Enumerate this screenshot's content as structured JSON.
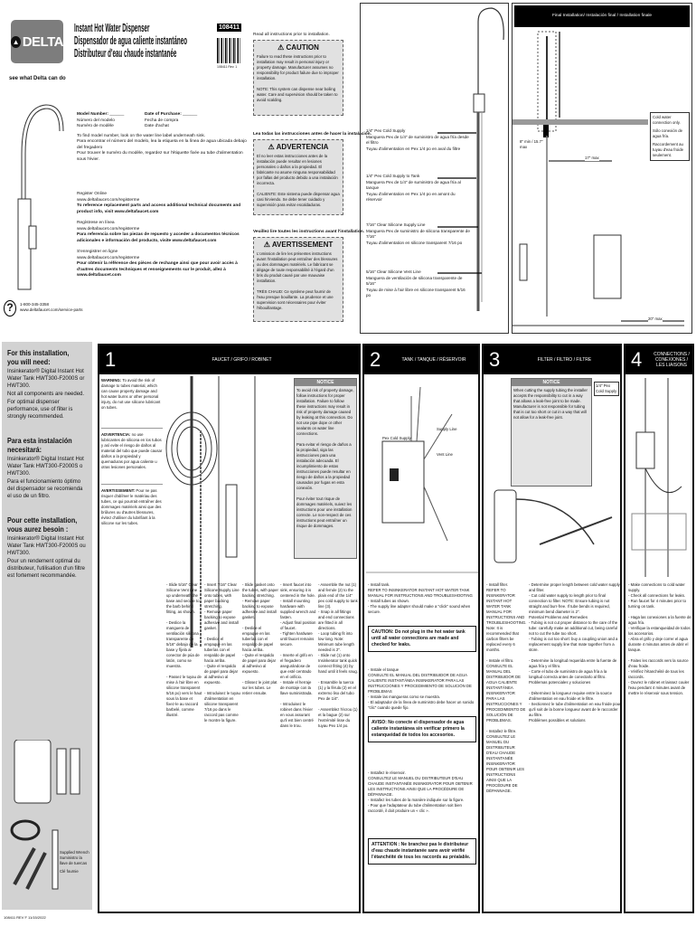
{
  "brand": {
    "logo_text": "DELTA",
    "tagline": "see what Delta can do"
  },
  "title": {
    "en": "Instant Hot Water Dispenser",
    "es": "Dispensador de agua caliente instantáneo",
    "fr": "Distributeur d'eau chaude instantanée"
  },
  "doc_code": "108411",
  "barcode_number": "108411 Rev. 1",
  "read_all": {
    "en": "Read all instructions prior to installation.",
    "es": "Lea todas las instrucciones antes de hacer la instalación.",
    "fr": "Veuillez lire toutes les instructions avant l'installation."
  },
  "caution": {
    "title": "CAUTION",
    "body": "Failure to read these instructions prior to installation may result in personal injury or property damage. Manufacturer assumes no responsibility for product failure due to improper installation.",
    "note": "NOTE: This system can dispense near boiling water. Care and supervision should be taken to avoid scalding."
  },
  "advertencia": {
    "title": "ADVERTENCIA",
    "body": "El no leer estas instrucciones antes de la instalación puede resultar en lesiones personales o daños a la propiedad. El fabricante no asume ninguna responsabilidad por fallas del producto debido a una instalación incorrecta.",
    "note": "CALIENTE: Este sistema puede dispensar agua casi hirviendo. Se debe tener cuidado y supervisión para evitar escaldaduras."
  },
  "avertissement": {
    "title": "AVERTISSEMENT",
    "body": "L'omission de lire les présentes instructions avant l'installation peut entraîner des blessures ou des dommages matériels. Le fabricant se dégage de toute responsabilité à l'égard d'un bris du produit causé par une mauvaise installation.",
    "note": "TRÈS CHAUD: Ce système peut fournir de l'eau presque bouillante. La prudence et une supervision sont nécessaires pour éviter l'ébouillantage."
  },
  "model": {
    "model_en": "Model Number:",
    "model_es": "Número del modelo",
    "model_fr": "Numéro de modèle",
    "date_en": "Date of Purchase:",
    "date_es": "Fecha de compra",
    "date_fr": "Date d'achat",
    "find_en": "To find model number, look on the water line label underneath sink.",
    "find_es": "Para encontrar el número del modelo, lea la etiqueta en la línea de agua ubicada debajo del fregadero",
    "find_fr": "Pour trouver le numéro du modèle, regardez sur l'étiquette fixée au tube d'alimentation sous l'évier."
  },
  "register": [
    {
      "head": "Register Online",
      "url": "www.deltafaucet.com/registerme",
      "body": "To reference replacement parts and access additional technical documents and product info, visit www.deltafaucet.com"
    },
    {
      "head": "Regístrese en línea",
      "url": "www.deltafaucet.com/registerme",
      "body": "Para referencia sobre las piezas de repuesto y acceder a documentos técnicos adicionales e información del producto, visite www.deltafaucet.com"
    },
    {
      "head": "S'enregistrer en ligne",
      "url": "www.deltafaucet.com/registerme",
      "body": "Pour obtenir la référence des pièces de rechange ainsi que pour avoir accès à d'autres documents techniques et renseignements sur le produit, allez à www.deltafaucet.com"
    }
  ],
  "help": {
    "phone": "1-800-345-3358",
    "url": "www.deltafaucet.com/service-parts"
  },
  "supply_labels": [
    {
      "en": "1/4\" Pex Cold Supply",
      "es": "Manguera Pex de 1/4\" de suministro de agua fría desde el filtro",
      "fr": "Tuyau d'alimentation en Pex 1/4 po en aval du filtre"
    },
    {
      "en": "1/4\" Pex Cold Supply to Tank",
      "es": "Manguera Pex de 1/4\" de suministro de agua fría al tanque",
      "fr": "Tuyau d'alimentation en Pex 1/4 po en amont du réservoir"
    },
    {
      "en": "7/16\" Clear Silicone Supply Line",
      "es": "Manguera Pex de suministro de silicona transparente de 7/16\"",
      "fr": "Tuyau d'alimentation en silicone transparent 7/16 po"
    },
    {
      "en": "5/16\" Clear Silicone Vent Line",
      "es": "Manguera de ventilación de silicona transparente de 5/16\"",
      "fr": "Tuyau de mise à l'air libre en silicone transparent 5/16 po"
    }
  ],
  "final": {
    "title": "Final Installation/ Instalación final / Installation finale",
    "cold_note": "Cold water connection only.",
    "cold_es": "Sólo conexión de agua fría.",
    "cold_fr": "Raccordement au tuyau d'eau froide seulement.",
    "dim1": "8\" min / 15.7\" max",
    "dim2": "17\" max",
    "dim3": "20\" max"
  },
  "sidebar": [
    {
      "head": "For this installation, you will need:",
      "lines": [
        "Insinkerator® Digital Instant Hot Water Tank HWT300-F2000S or HWT300.",
        "Not all components are needed.",
        "For optimal dispenser performance, use of filter is strongly recommended."
      ]
    },
    {
      "head": "Para esta instalación necesitará:",
      "lines": [
        "Insinkerator® Digital Instant Hot Water Tank HWT300-F2000S o HWT300.",
        "Para el funcionamiento óptimo del dispensador se recomienda el uso de un filtro."
      ]
    },
    {
      "head": "Pour cette installation, vous aurez besoin :",
      "lines": [
        "Insinkerator® Digital Instant Hot Water Tank HWT300-F2000S ou HWT300.",
        "Pour un rendement optimal du distributeur, l'utilisation d'un filtre est fortement recommandée."
      ]
    }
  ],
  "wrench": {
    "en": "Supplied Wrench",
    "es": "Suministro la llave de tuercas",
    "fr": "Clé fournie"
  },
  "footer_code": "108411 REV F   11/15/2022",
  "steps": [
    {
      "num": "1",
      "label": "FAUCET / GRIFO / ROBINET"
    },
    {
      "num": "2",
      "label": "TANK / TANQUE / RÉSERVOIR"
    },
    {
      "num": "3",
      "label": "FILTER / FILTRO / FILTRE"
    },
    {
      "num": "4",
      "label": "CONNECTIONS / CONEXIONES / LES LIAISONS"
    }
  ],
  "step1": {
    "warnings": [
      {
        "title": "WARNING:",
        "body": "To avoid the risk of damage to tubes material, which can cause property damage and hot water burns or other personal injury, do not use silicone lubricant on tubes."
      },
      {
        "title": "ADVERTENCIA:",
        "body": "no use lubricantes de silicona en los tubos y así evite el riesgo de daños al material del tubo que puede causar daños a la propiedad y quemaduras por agua caliente u otras lesiones personales."
      },
      {
        "title": "AVERTISSEMENT:",
        "body": "Pour ne pas risquer d'abîmer le matériau des tubes, ce qui pourrait entraîner des dommages matériels ainsi que des brûlures ou d'autres blessures, évitez d'utiliser du lubrifiant à la silicone sur les tubes."
      }
    ],
    "notice_title": "NOTICE",
    "notice": [
      "To avoid risk of property damage, follow instructions for proper installation. Failure to follow these instructions may result in risk of property damage caused by leaking at this connection. Do not use pipe dope or other sealants on water line connections.",
      "Para evitar el riesgo de daños a la propiedad, siga las instrucciones para una instalación adecuada. El incumplimiento de estas instrucciones puede resultar en riesgo de daños a la propiedad causados por fugas en esta conexión.",
      "Pour éviter tout risque de dommages matériels, suivez les instructions pour une installation correcte. Le non-respect de ces instructions peut entraîner un risque de dommages."
    ],
    "columns": [
      "- Slide 5/16\" Clear Silicone Vent Line up underneath the base and secure to the barb behind fitting, as shown.\n\n- Deslice la manguera de ventilación silicona transparente de 5/16\" debajo de la base y fíjela al conector de púa de latón, como se muestra.\n\n- Passez le tuyau de mise à l'air libre en silicone transparent 5/16 po) vers le haut sous la base et fixez-le au raccord barbelé, comme illustré.",
      "- Insert 7/16\" Clear Silicone Supply Line onto tubes, with paper backing stretching.\n- Remove paper backing to expose adhesive and install gasket.\n\n- Deslice el empaque en las tuberías con el respaldo de papel hacia arriba.\n- Quite el respaldo de papel para dejar al adhesivo al expuesto.\n\n- Introduisez le tuyau d'alimentation en silicone transparent 7/16 po dans le raccord pas comme le montre la figure.",
      "- Slide gasket onto the tubes, with paper backing stretching.\n- Remove paper backing to expose adhesive and install gasket.\n\n- Deslice el empaque en las tuberías con el respaldo de papel hacia arriba.\n- Quite el respaldo de papel para dejar al adhesivo al expuesto.\n\n- Glissez le joint plat sur les tubes. Le retirer ensuite.",
      "- Insert faucet into sink, ensuring it is centered in the hole.\n- Install mounting hardware with supplied wrench and fasten.\n- Adjust final position of faucet.\n- Tighten hardware until faucet remains secure.\n\n- Inserte el grifo en el fregadero asegurándose de que esté centrado en el orificio.\n- Instale el herraje de montaje con la llave suministrada.\n\n- Introduisez le robinet dans l'évier en vous assurant qu'il est bien centré dans le trou.",
      "- Assemble the nut (1) and ferrule (2) to the plain end of the 1/4\" pex cold supply to tank line (3).\n- Snap in all fittings and end connections are fitted in all directions.\n- Loop tubing fit into low long. Note: Minimum tube length needed is 2\".\n- Slide nut (1) onto Insinkerator tank quick connect fitting (4) by hand until it feels snug.\n\n- Ensamble la tuerca (1) y la férula (2) en el extremo liso del tubo Pex de 1/4\".\n\n- Assemblez l'écrou (1) et la bague (2) sur l'extrémité lisse du tuyau Pex 1/4 po."
    ]
  },
  "step2": {
    "labels": [
      "Pex Cold Supply",
      "Vent Line",
      "Supply Line"
    ],
    "en": "- Install tank.\nREFER TO INSINKERATOR INSTANT HOT WATER TANK MANUAL FOR INSTRUCTIONS AND TROUBLESHOOTING\n- Install tubes as shown.\n- The supply line adapter should make a \"click\" sound when secure.",
    "en_box": "CAUTION: Do not plug in the hot water tank until all water connections are made and checked for leaks.",
    "es": "- Instale el tanque\nCONSULTE EL MANUAL DEL DISTRIBUIDOR DE AGUA CALIENTE INSTANTÁNEA INSINKERATOR PARA LAS INSTRUCCIONES Y PROCEDIMIENTO DE SOLUCIÓN DE PROBLEMAS\n- Instale las mangueras como se muestra.\n- El adaptador de la línea de suministro debe hacer un sonido \"clic\" cuando quede fijo.",
    "es_box": "AVISO: No conecte el dispensador de agua caliente instantánea sin verificar primero la estanqueidad de todos los accesorios.",
    "fr": "- Installez le réservoir.\nCONSULTEZ LE MANUEL DU DISTRIBUTEUR D'EAU CHAUDE INSTANTANÉE INSINKERATOR POUR OBTENIR LES INSTRUCTIONS AINSI QUE LA PROCÉDURE DE DÉPANNAGE.\n- Installez les tubes de la manière indiquée sur la figure.\n- Pour que l'adaptateur du tube d'alimentation soit bien raccordé, il doit produire un « clic ».",
    "fr_box": "ATTENTION : Ne branchez pas le distributeur d'eau chaude instantanée sans avoir vérifié l'étanchéité de tous les raccords au préalable."
  },
  "step3": {
    "notice_title": "NOTICE",
    "notice": "When cutting the supply tubing the installer accepts the responsibility to cut in a way that allows a leak-free joint to be made. Manufacturer is not responsible for tubing that is cut too short or cut in a way that will not allow for a leak-free joint.",
    "filter_label": "1/4\" Pex Cold Supply",
    "left": "- Install filter.\nREFER TO INSINKERATOR INSTANT HOT WATER TANK MANUAL FOR INSTRUCTIONS AND TROUBLESHOOTING.\nNote: It is recommended that carbon filters be replaced every 6 months.\n\n- Instale el filtro.\nCONSULTE EL MANUAL DEL DISTRIBUIDOR DE AGUA CALIENTE INSTANTÁNEA INSINKERATOR PARA LAS INSTRUCCIONES Y PROCEDIMIENTO DE SOLUCIÓN DE PROBLEMAS.\n\n- Installez le filtre.\nCONSULTEZ LE MANUEL DU DISTRIBUTEUR D'EAU CHAUDE INSTANTANÉE INSINKERATOR POUR OBTENIR LES INSTRUCTIONS AINSI QUE LA PROCÉDURE DE DÉPANNAGE.",
    "right": "- Determine proper length between cold water supply and filter.\n- Cut cold water supply to length prior to final connection to filter. NOTE: Ensure tubing is not straight and burr-free. If tube bends is required, minimum bend diameter is 2\".\nPotential Problems and Remedies\n- Tubing is not cut proper distance to the care of the tube: carefully make an additional cut, being careful not to cut the tube too short.\n- Tubing is cut too short: buy a coupling union and a replacement supply line that mate together from a store.\n\n- Determine la longitud requerida entre la fuente de agua fría y el filtro.\n- Corte el tubo de suministro de agua fría a la longitud correcta antes de conectarlo al filtro.\nProblemas potenciales y soluciones\n\n- Déterminez la longueur requise entre la source d'alimentation en eau froide et le filtre.\n- Sectionnez le tube d'alimentation en eau froide pour qu'il soit de la bonne longueur avant de le raccorder au filtre.\nProblèmes possibles et solutions"
  },
  "step4": {
    "text": "- Make connections to cold water supply.\n- Check all connections for leaks.\n- Run faucet for 4 minutes prior to turning on tank.\n\n- Haga las conexiones a la fuente de agua fría.\n- Verifique la estanqueidad de todos los accesorios.\n- Abra el grifo y deje correr el agua durante 4 minutos antes de abrir el tanque.\n\n- Faites les raccords vers la source d'eau froide.\n- Vérifiez l'étanchéité de tous les raccords.\n- Ouvrez le robinet et laissez couler l'eau pendant 4 minutes avant de mettre le réservoir sous tension."
  }
}
